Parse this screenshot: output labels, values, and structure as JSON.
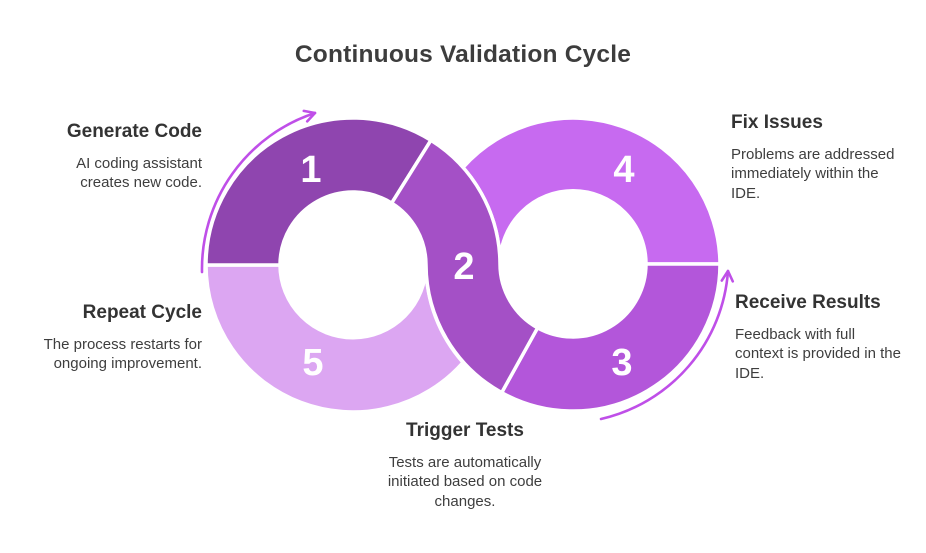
{
  "title": "Continuous Validation Cycle",
  "colors": {
    "background": "#ffffff",
    "arrow": "#bf4fe8",
    "separator": "#ffffff",
    "title_text": "#3d3d3d",
    "body_text": "#3e3e3e"
  },
  "steps": [
    {
      "number": "1",
      "heading": "Generate Code",
      "body": "AI coding assistant creates new code.",
      "color": "#8f45af"
    },
    {
      "number": "2",
      "heading": "Trigger Tests",
      "body": "Tests are automatically initiated based on code changes.",
      "color": "#a450c6"
    },
    {
      "number": "3",
      "heading": "Receive Results",
      "body": "Feedback with full context is provided in the IDE.",
      "color": "#b356da"
    },
    {
      "number": "4",
      "heading": "Fix Issues",
      "body": "Problems are addressed immediately within the IDE.",
      "color": "#c76af0"
    },
    {
      "number": "5",
      "heading": "Repeat Cycle",
      "body": "The process restarts for ongoing improvement.",
      "color": "#dca6f2"
    }
  ]
}
